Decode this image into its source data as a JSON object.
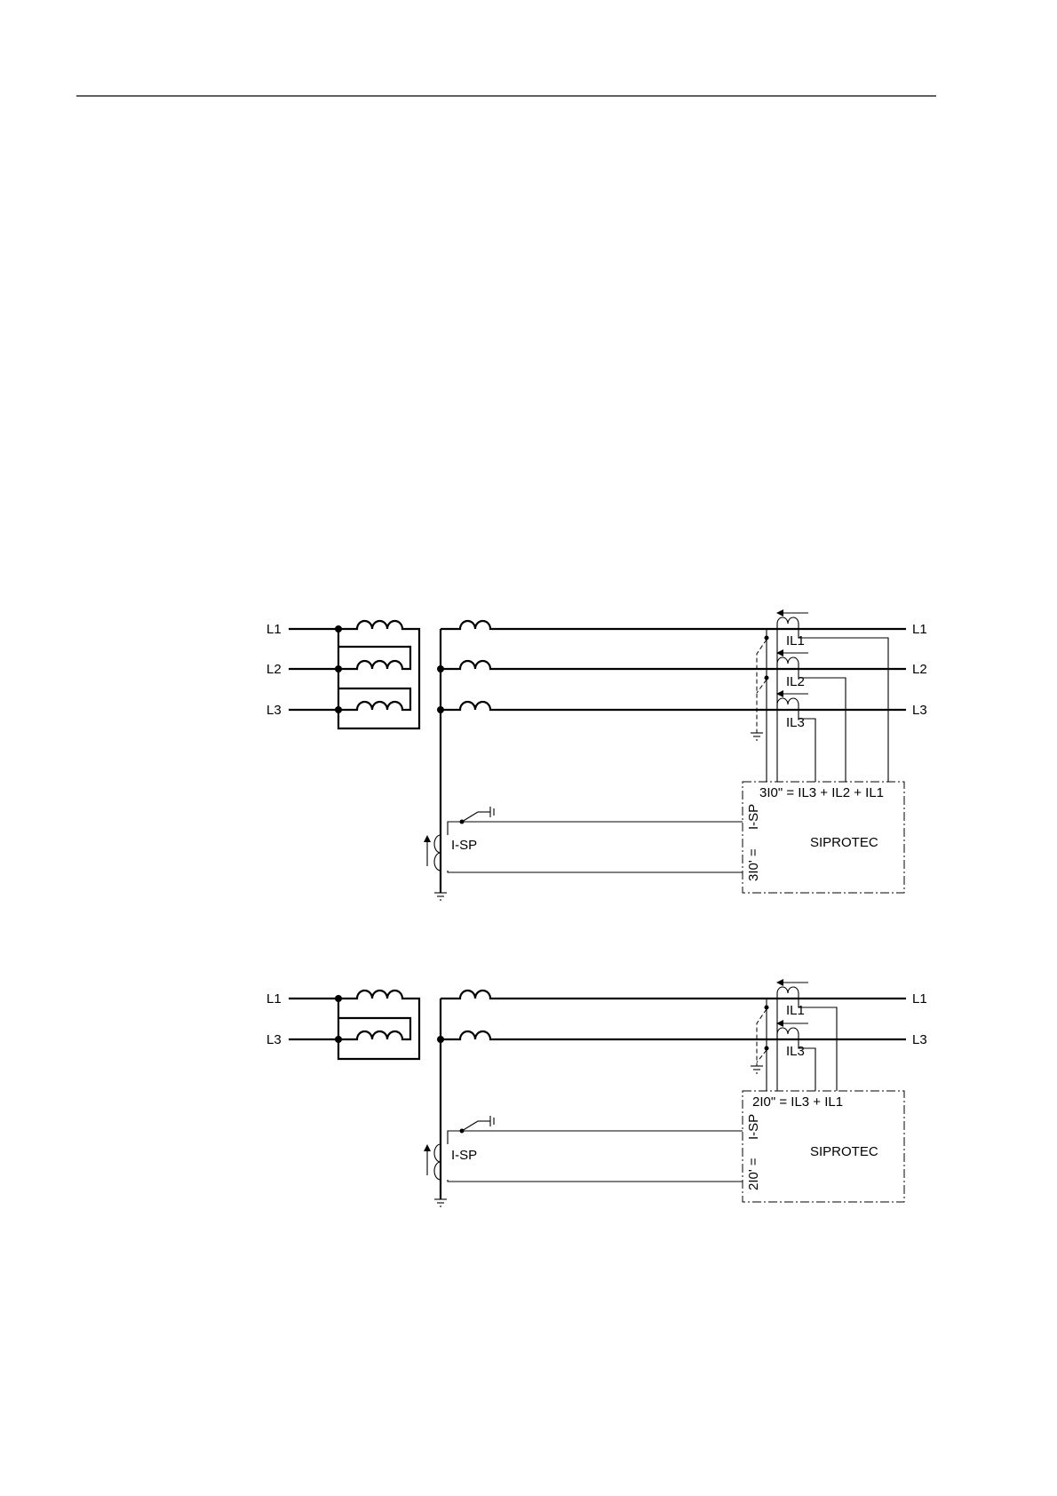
{
  "diagram1": {
    "phase_labels_left": [
      "L1",
      "L2",
      "L3"
    ],
    "phase_labels_right": [
      "L1",
      "L2",
      "L3"
    ],
    "ct_labels": [
      "IL1",
      "IL2",
      "IL3"
    ],
    "sum_formula": "3I0\" = IL3 + IL2 + IL1",
    "input_label_top": "I-SP",
    "input_label_mid": "3I0' = ",
    "starpoint_ct_label": "I-SP",
    "device_label": "SIPROTEC"
  },
  "diagram2": {
    "phase_labels_left": [
      "L1",
      "L3"
    ],
    "phase_labels_right": [
      "L1",
      "L3"
    ],
    "ct_labels": [
      "IL1",
      "IL3"
    ],
    "sum_formula": "2I0\" = IL3 + IL1",
    "input_label_top": "I-SP",
    "input_label_mid": "2I0' = ",
    "starpoint_ct_label": "I-SP",
    "device_label": "SIPROTEC"
  }
}
